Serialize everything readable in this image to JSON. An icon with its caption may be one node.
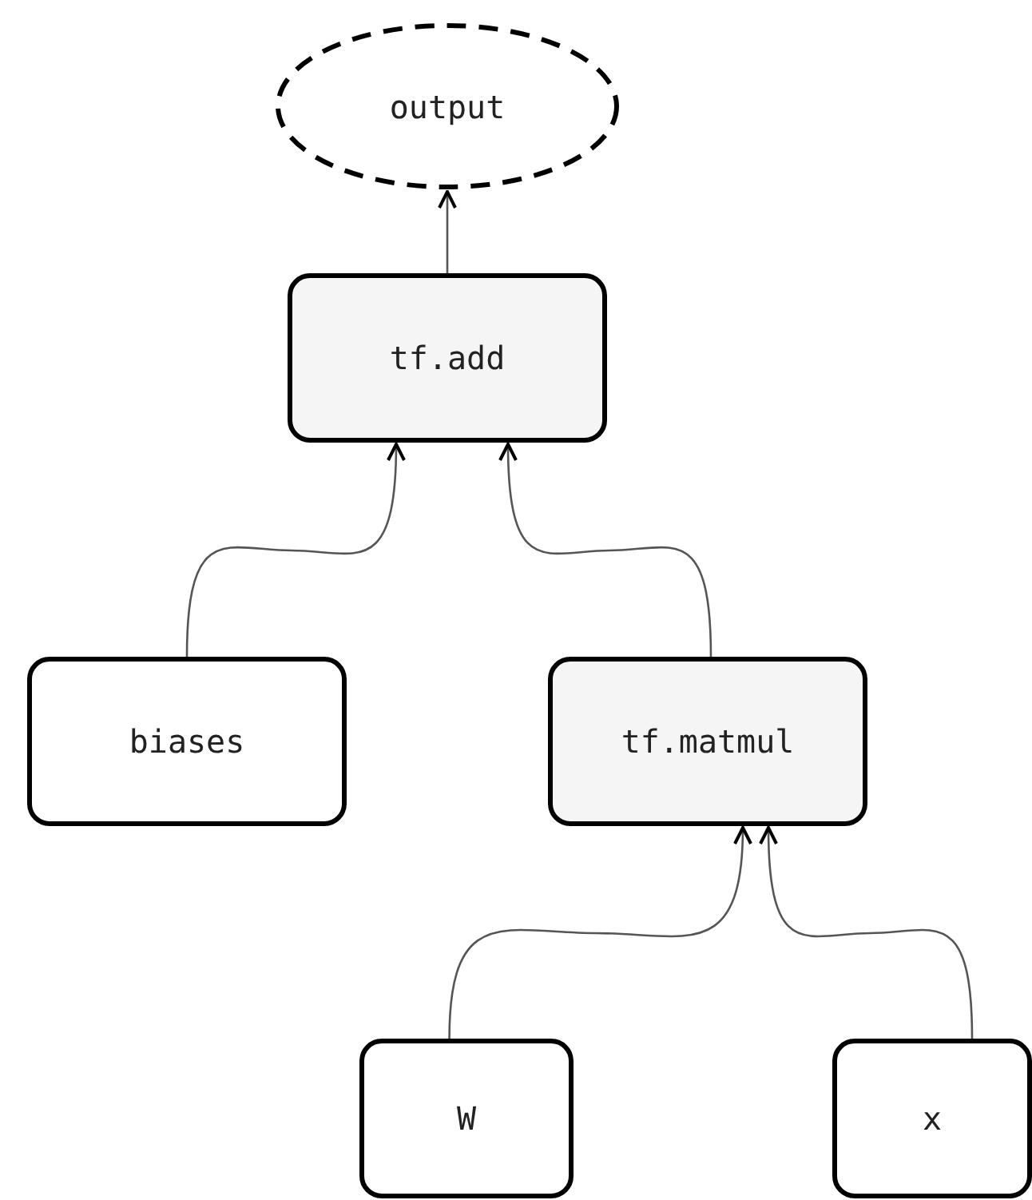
{
  "diagram": {
    "nodes": [
      {
        "text": [
          "output"
        ]
      },
      {
        "text": [
          "tf.add"
        ]
      },
      {
        "text": [
          "biases"
        ]
      },
      {
        "text": [
          "tf.matmul"
        ]
      },
      {
        "text": [
          "W"
        ]
      },
      {
        "text": [
          "x"
        ]
      }
    ],
    "edges": [
      {
        "from": 1,
        "to": 0,
        "arrow": "to"
      },
      {
        "from": 2,
        "to": 1,
        "arrow": "to"
      },
      {
        "from": 3,
        "to": 1,
        "arrow": "to"
      },
      {
        "from": 4,
        "to": 3,
        "arrow": "to"
      },
      {
        "from": 5,
        "to": 3,
        "arrow": "to"
      }
    ]
  }
}
